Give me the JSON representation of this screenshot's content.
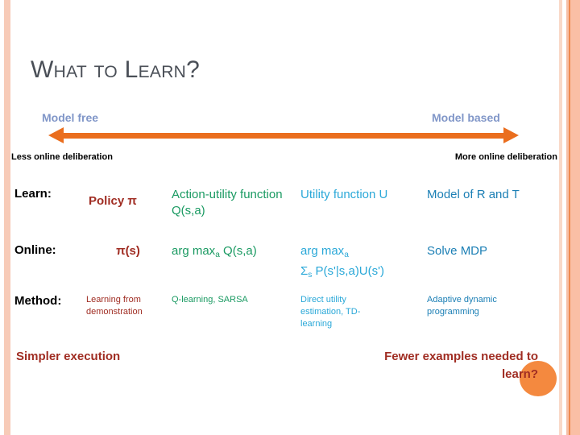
{
  "slide": {
    "title": "What to Learn?",
    "accent_orange": "#ea6e1e",
    "axis_label_color": "#8096c8"
  },
  "axis": {
    "left_label": "Model free",
    "right_label": "Model based",
    "left_note": "Less online deliberation",
    "right_note": "More online deliberation",
    "arrow_name": "double-headed-arrow"
  },
  "matrix": {
    "row_labels": [
      "Learn:",
      "Online:",
      "Method:"
    ],
    "columns": [
      {
        "color": "#a02d23",
        "learn": "Policy π",
        "online": "π(s)",
        "method": "Learning from demonstration"
      },
      {
        "color": "#1a9a62",
        "learn": "Action-utility function Q(s,a)",
        "online": "arg max",
        "online_sub": "a",
        "online_tail": " Q(s,a)",
        "method": "Q-learning, SARSA"
      },
      {
        "color": "#2aa8d8",
        "learn": "Utility function U",
        "online": "arg max",
        "online_sub": "a",
        "online_line2_sigma": "Σ",
        "online_line2_sub": "s",
        "online_line2_tail": " P(s'|s,a)U(s')",
        "method": "Direct utility estimation, TD-learning"
      },
      {
        "color": "#1b7fb5",
        "learn": "Model of R and T",
        "online": "Solve MDP",
        "method": "Adaptive dynamic programming"
      }
    ]
  },
  "callouts": {
    "left": "Simpler execution",
    "right": "Fewer examples needed to learn?",
    "color": "#a02d23",
    "blob_color": "#f4893f"
  }
}
